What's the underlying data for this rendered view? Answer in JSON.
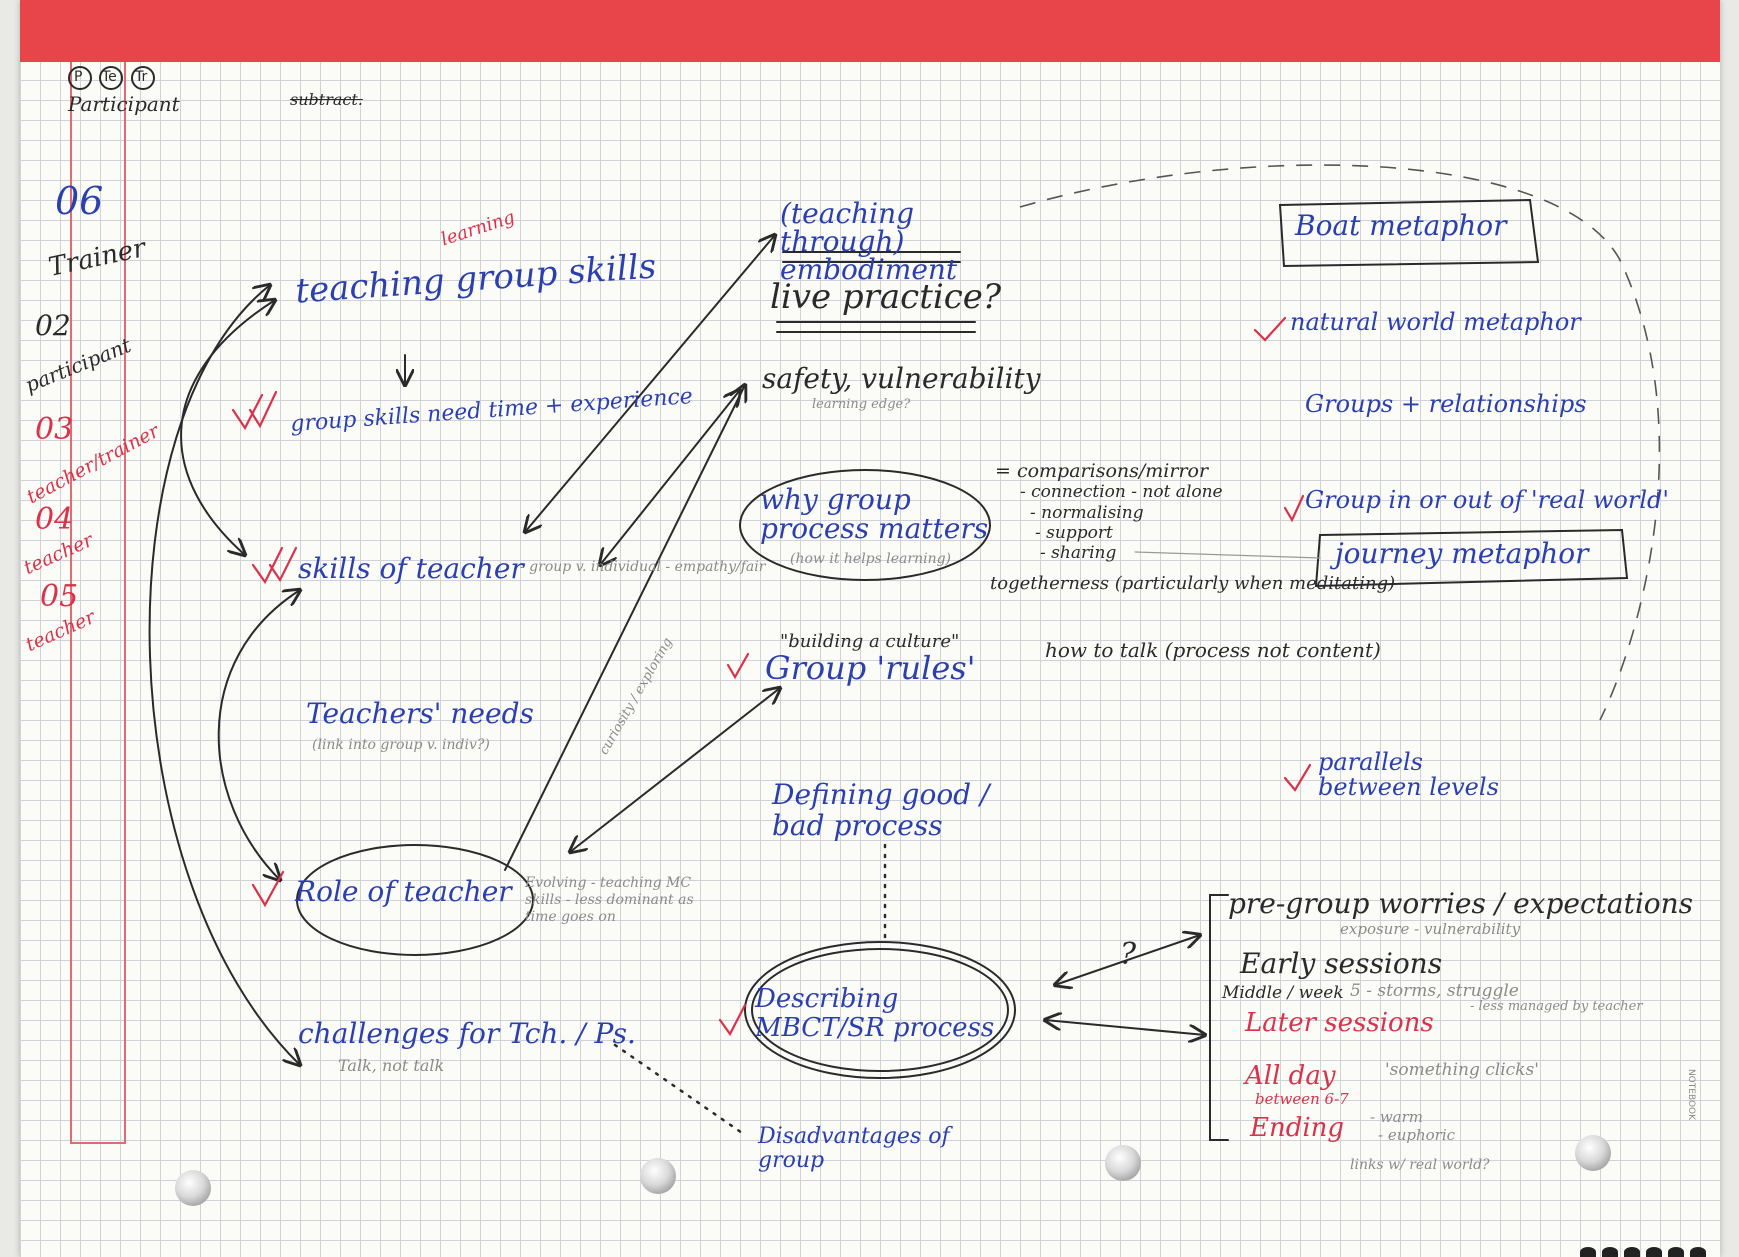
{
  "header": {
    "circled_letters": [
      "P",
      "Te",
      "Tr"
    ],
    "participant": "Participant",
    "scribble": "subtract."
  },
  "left_margin": {
    "n06": "06",
    "trainer": "Trainer",
    "n02": "02",
    "participant": "participant",
    "n03": "03",
    "teacher_trainer": "teacher/trainer",
    "n04": "04",
    "teacher4": "teacher",
    "n05": "05",
    "teacher5": "teacher"
  },
  "nodes": {
    "teaching_group_skills": "teaching group skills",
    "learning": "learning",
    "group_skills_need": "group skills need time + experience",
    "skills_of_teacher": "skills of teacher",
    "skills_note": "- group v. individual - empathy/fair",
    "teachers_needs": "Teachers' needs",
    "teachers_needs_sub": "(link into group v. indiv?)",
    "role_of_teacher": "Role of teacher",
    "role_note": "Evolving - teaching MC skills - less dominant as time goes on",
    "challenges": "challenges for Tch. / Ps.",
    "challenges_sub": "Talk, not talk",
    "teaching_through_embodiment": "(teaching through) embodiment",
    "live_practice": "live practice?",
    "safety_vulnerability": "safety, vulnerability",
    "learning_edge": "learning edge?",
    "why_group_process": "why group process matters",
    "how_it_helps": "(how it helps learning)",
    "comparisons": "= comparisons/mirror",
    "connection": "- connection - not alone",
    "normalising": "- normalising",
    "support": "- support",
    "sharing": "- sharing",
    "togetherness": "togetherness (particularly when meditating)",
    "building_culture": "\"building a culture\"",
    "group_rules": "Group 'rules'",
    "how_to_talk": "how to talk (process not content)",
    "defining_process": "Defining good / bad process",
    "describing_process": "Describing MBCT/SR process",
    "disadvantages": "Disadvantages of group",
    "curiosity": "curiosity / exploring",
    "boat_metaphor": "Boat metaphor",
    "natural_world": "natural world metaphor",
    "groups_relationships": "Groups + relationships",
    "group_in_out": "Group in or out of 'real world'",
    "journey_metaphor": "journey metaphor",
    "parallels": "parallels between levels",
    "pre_group": "pre-group worries / expectations",
    "exposure": "exposure - vulnerability",
    "early_sessions": "Early sessions",
    "middle_week": "Middle / week",
    "week_storms": "5 - storms, struggle",
    "later_sessions": "Later sessions",
    "less_managed": "- less managed by teacher",
    "all_day": "All day",
    "something_clicks": "'something clicks'",
    "between": "between 6-7",
    "ending": "Ending",
    "warm": "- warm",
    "euphoric": "- euphoric",
    "links_real_world": "links w/ real world?",
    "question": "?",
    "notebook": "NOTEBOOK"
  },
  "colors": {
    "band": "#e8454a",
    "blue_ink": "#2b3fae",
    "black_ink": "#2a2a2a",
    "red_ink": "#d9324a",
    "grid": "#cfd3d8"
  }
}
